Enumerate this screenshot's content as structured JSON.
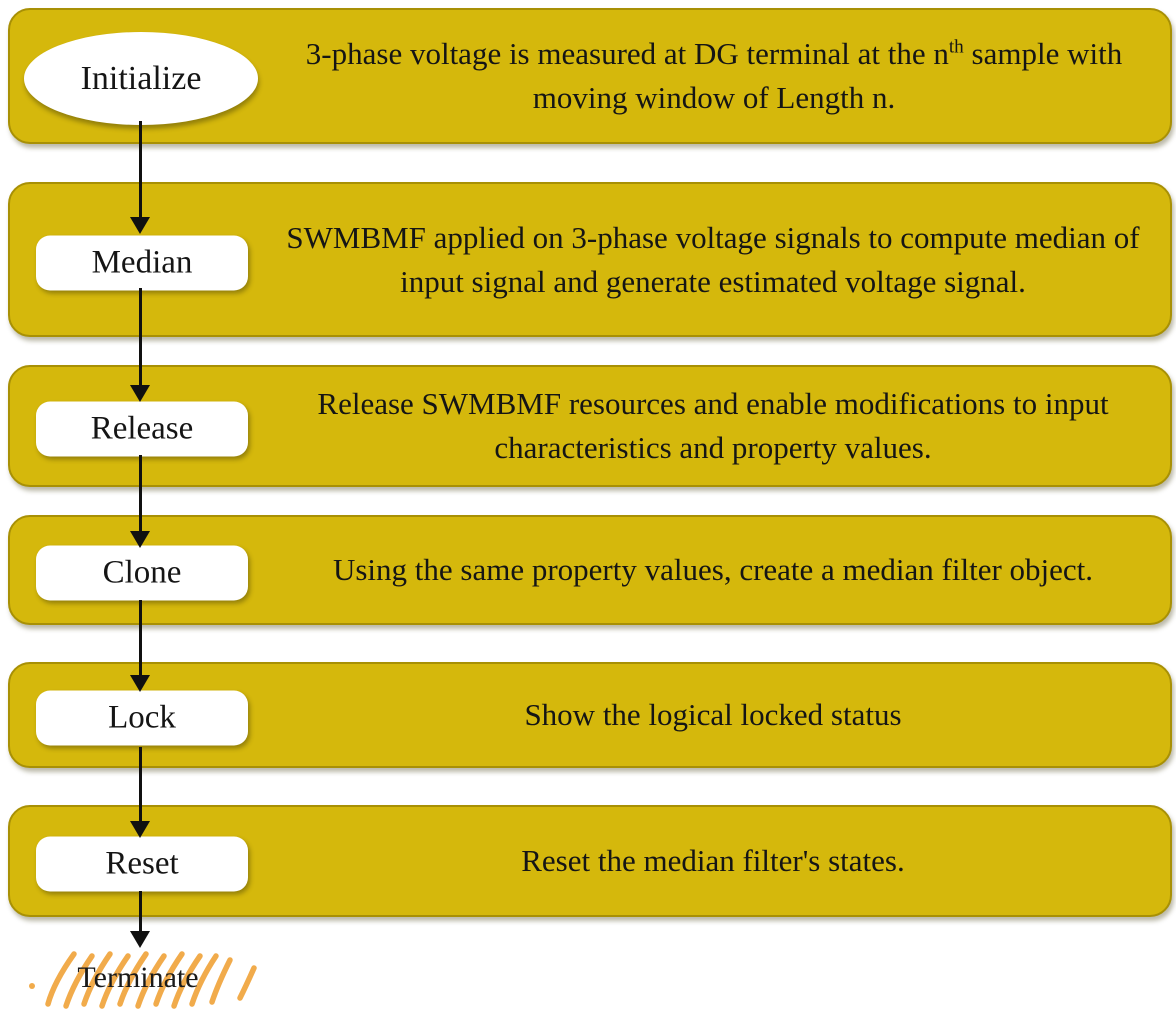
{
  "diagram": {
    "steps": [
      {
        "label": "Initialize",
        "shape": "ellipse",
        "desc_before": "3-phase voltage is measured at DG terminal at the n",
        "desc_sup": "th",
        "desc_after": " sample with moving window of Length n."
      },
      {
        "label": "Median",
        "shape": "rounded-rect",
        "desc": "SWMBMF applied on 3-phase voltage signals to compute median of input signal and generate estimated voltage signal."
      },
      {
        "label": "Release",
        "shape": "rounded-rect",
        "desc": "Release SWMBMF resources and enable modifications to input characteristics and property values."
      },
      {
        "label": "Clone",
        "shape": "rounded-rect",
        "desc": "Using the same property values, create a median filter object."
      },
      {
        "label": "Lock",
        "shape": "rounded-rect",
        "desc": "Show the logical locked status"
      },
      {
        "label": "Reset",
        "shape": "rounded-rect",
        "desc": "Reset the median filter's states."
      }
    ],
    "terminator_label": "Terminate",
    "colors": {
      "block_fill": "#d5b80c",
      "block_border": "#a89005",
      "label_fill": "#ffffff",
      "arrow_color": "#101010",
      "text_color": "#151515",
      "highlight_color": "#f0a43c"
    }
  }
}
